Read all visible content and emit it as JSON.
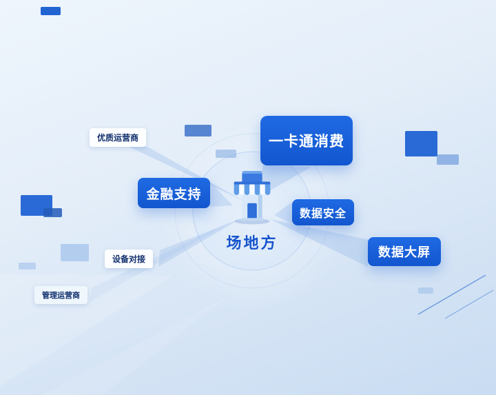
{
  "diagram": {
    "center": {
      "label": "场地方",
      "icon": "storefront-icon"
    },
    "nodes": [
      {
        "id": "premium-operators",
        "label": "优质运营商",
        "variant": "light"
      },
      {
        "id": "one-card-consumption",
        "label": "一卡通消费",
        "variant": "primary"
      },
      {
        "id": "financial-support",
        "label": "金融支持",
        "variant": "primary"
      },
      {
        "id": "data-security",
        "label": "数据安全",
        "variant": "primary"
      },
      {
        "id": "data-big-screen",
        "label": "数据大屏",
        "variant": "primary"
      },
      {
        "id": "device-connection",
        "label": "设备对接",
        "variant": "light"
      },
      {
        "id": "management-operators",
        "label": "管理运营商",
        "variant": "light"
      }
    ],
    "colors": {
      "primary_box": "#1560db",
      "primary_text": "#ffffff",
      "light_box_text": "#12306e",
      "center_label": "#1553cc",
      "background_top": "#eef5fc",
      "background_bottom": "#c9dcf2",
      "beam": "#9cc2e8",
      "decor_rect": "#2a6ad6"
    }
  }
}
